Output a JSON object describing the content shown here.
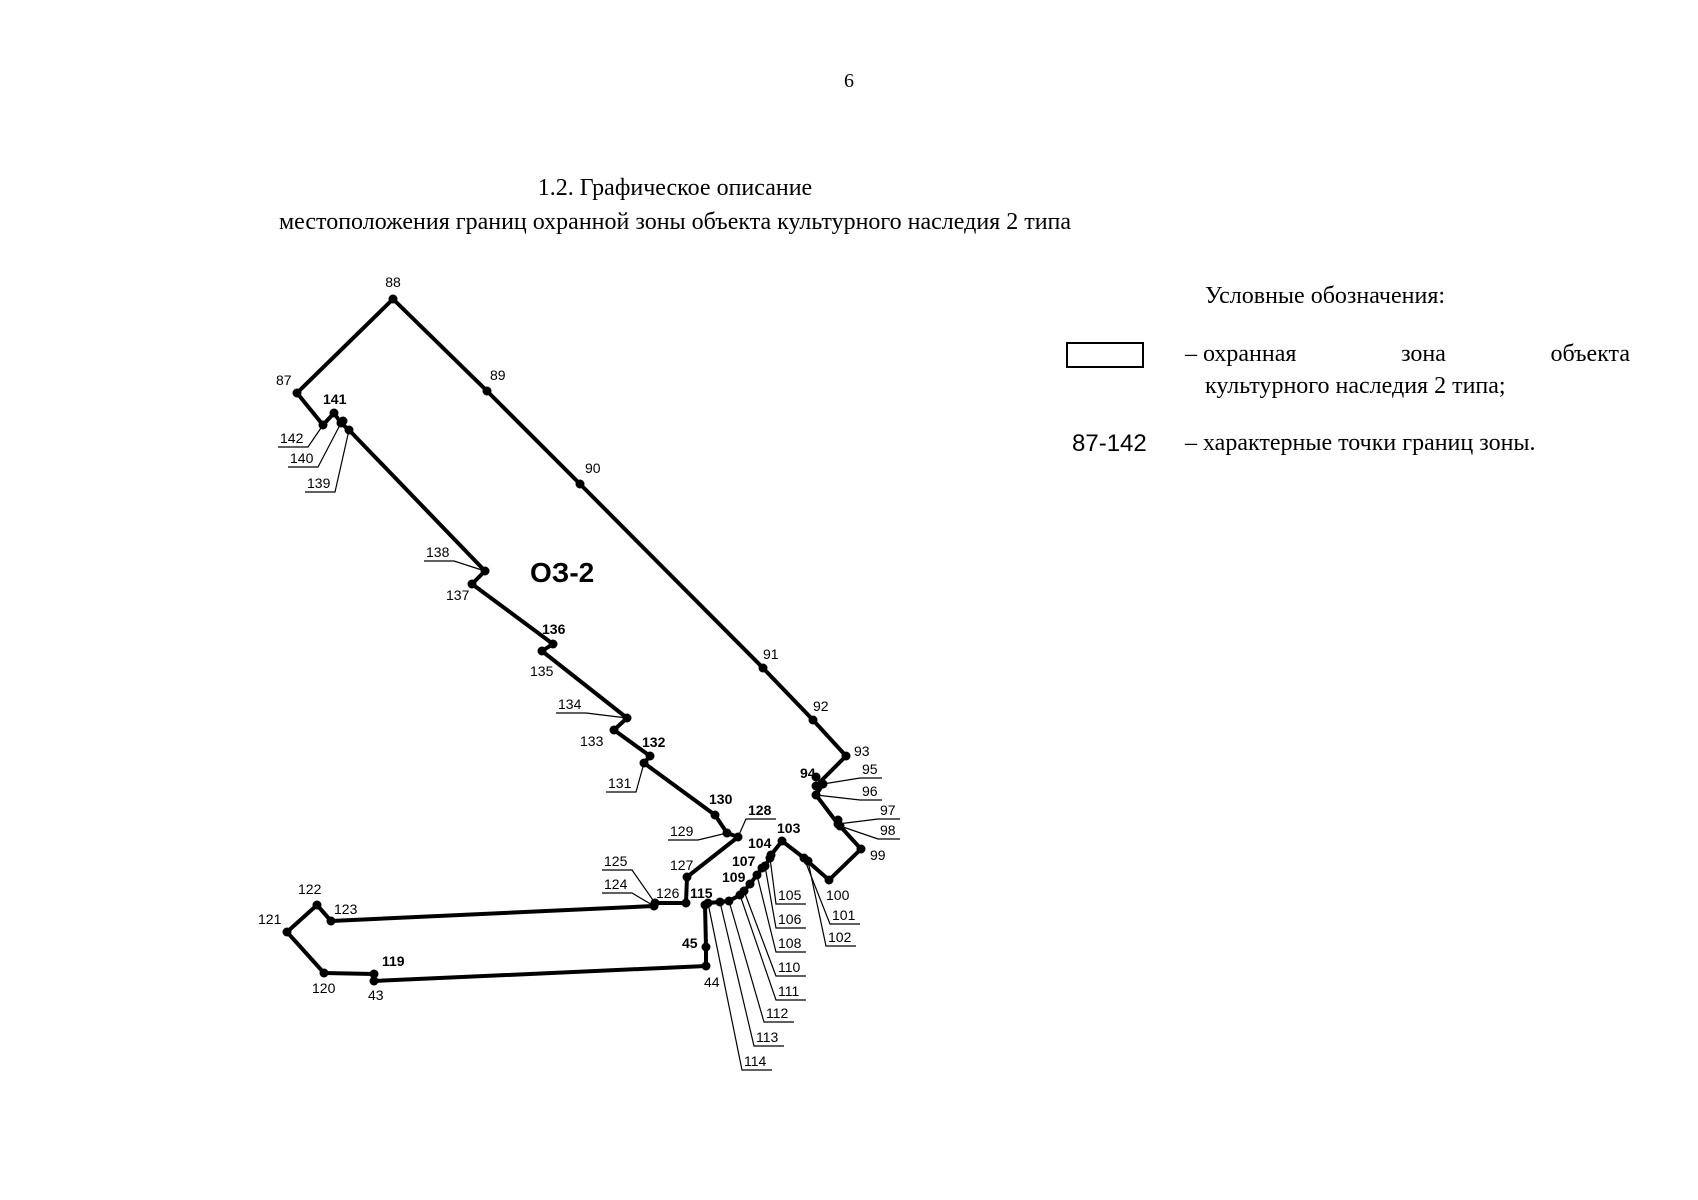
{
  "page_number": "6",
  "title": {
    "line1": "1.2. Графическое описание",
    "line2": "местоположения границ охранной зоны объекта культурного наследия 2 типа"
  },
  "legend": {
    "title": "Условные обозначения:",
    "zone_words": [
      "– охранная",
      "зона",
      "объекта"
    ],
    "zone_line2": "культурного наследия 2 типа;",
    "points_code": "87-142",
    "points_text": "– характерные точки границ зоны."
  },
  "scheme": {
    "zone_label": "ОЗ-2",
    "points": [
      {
        "id": "88",
        "label": "88",
        "bold": false
      },
      {
        "id": "89",
        "label": "89",
        "bold": false
      },
      {
        "id": "90",
        "label": "90",
        "bold": false
      },
      {
        "id": "91",
        "label": "91",
        "bold": false
      },
      {
        "id": "92",
        "label": "92",
        "bold": false
      },
      {
        "id": "93",
        "label": "93",
        "bold": false
      },
      {
        "id": "94",
        "label": "94",
        "bold": true
      },
      {
        "id": "95",
        "label": "95",
        "bold": false
      },
      {
        "id": "96",
        "label": "96",
        "bold": false
      },
      {
        "id": "97",
        "label": "97",
        "bold": false
      },
      {
        "id": "98",
        "label": "98",
        "bold": false
      },
      {
        "id": "99",
        "label": "99",
        "bold": false
      },
      {
        "id": "100",
        "label": "100",
        "bold": false
      },
      {
        "id": "101",
        "label": "101",
        "bold": false
      },
      {
        "id": "102",
        "label": "102",
        "bold": false
      },
      {
        "id": "103",
        "label": "103",
        "bold": true
      },
      {
        "id": "104",
        "label": "104",
        "bold": true
      },
      {
        "id": "105",
        "label": "105",
        "bold": false
      },
      {
        "id": "106",
        "label": "106",
        "bold": false
      },
      {
        "id": "107",
        "label": "107",
        "bold": true
      },
      {
        "id": "108",
        "label": "108",
        "bold": false
      },
      {
        "id": "109",
        "label": "109",
        "bold": true
      },
      {
        "id": "110",
        "label": "110",
        "bold": false
      },
      {
        "id": "111",
        "label": "111",
        "bold": false
      },
      {
        "id": "112",
        "label": "112",
        "bold": false
      },
      {
        "id": "113",
        "label": "113",
        "bold": false
      },
      {
        "id": "114",
        "label": "114",
        "bold": false
      },
      {
        "id": "115",
        "label": "115",
        "bold": true
      },
      {
        "id": "45",
        "label": "45",
        "bold": true
      },
      {
        "id": "44",
        "label": "44",
        "bold": false
      },
      {
        "id": "43",
        "label": "43",
        "bold": false
      },
      {
        "id": "119",
        "label": "119",
        "bold": true
      },
      {
        "id": "120",
        "label": "120",
        "bold": false
      },
      {
        "id": "121",
        "label": "121",
        "bold": false
      },
      {
        "id": "122",
        "label": "122",
        "bold": false
      },
      {
        "id": "123",
        "label": "123",
        "bold": false
      },
      {
        "id": "124",
        "label": "124",
        "bold": false
      },
      {
        "id": "125",
        "label": "125",
        "bold": false
      },
      {
        "id": "126",
        "label": "126",
        "bold": false
      },
      {
        "id": "127",
        "label": "127",
        "bold": false
      },
      {
        "id": "128",
        "label": "128",
        "bold": true
      },
      {
        "id": "129",
        "label": "129",
        "bold": false
      },
      {
        "id": "130",
        "label": "130",
        "bold": true
      },
      {
        "id": "131",
        "label": "131",
        "bold": false
      },
      {
        "id": "132",
        "label": "132",
        "bold": true
      },
      {
        "id": "133",
        "label": "133",
        "bold": false
      },
      {
        "id": "134",
        "label": "134",
        "bold": false
      },
      {
        "id": "135",
        "label": "135",
        "bold": false
      },
      {
        "id": "136",
        "label": "136",
        "bold": true
      },
      {
        "id": "137",
        "label": "137",
        "bold": false
      },
      {
        "id": "138",
        "label": "138",
        "bold": false
      },
      {
        "id": "139",
        "label": "139",
        "bold": false
      },
      {
        "id": "140",
        "label": "140",
        "bold": false
      },
      {
        "id": "141",
        "label": "141",
        "bold": true
      },
      {
        "id": "142",
        "label": "142",
        "bold": false
      },
      {
        "id": "87",
        "label": "87",
        "bold": false
      }
    ]
  }
}
